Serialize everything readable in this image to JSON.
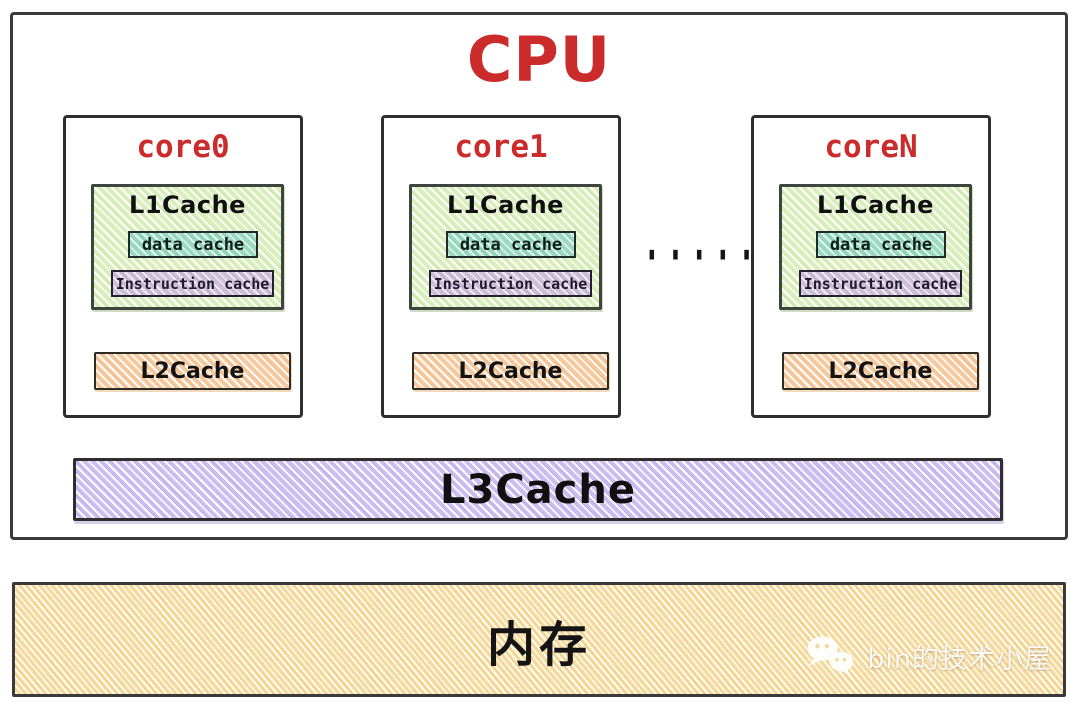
{
  "cpu": {
    "title": "CPU",
    "title_color": "#cb2b2b"
  },
  "cores": [
    {
      "name": "core0",
      "l1_label": "L1Cache",
      "data_cache_label": "data cache",
      "instruction_cache_label": "Instruction cache",
      "l2_label": "L2Cache"
    },
    {
      "name": "core1",
      "l1_label": "L1Cache",
      "data_cache_label": "data cache",
      "instruction_cache_label": "Instruction cache",
      "l2_label": "L2Cache"
    },
    {
      "name": "coreN",
      "l1_label": "L1Cache",
      "data_cache_label": "data cache",
      "instruction_cache_label": "Instruction cache",
      "l2_label": "L2Cache"
    }
  ],
  "ellipsis": "'''''''",
  "l3": {
    "label": "L3Cache"
  },
  "memory": {
    "label": "内存"
  },
  "watermark": {
    "text": "bin的技术小屋",
    "icon": "wechat-icon"
  },
  "colors": {
    "title_red": "#cb2b2b",
    "l1_green": "#d9eebb",
    "data_cache_teal": "#99d8c2",
    "instruction_cache_purple": "#ccbfd8",
    "l2_orange": "#f6c89b",
    "l3_lavender": "#cabef0",
    "memory_cream": "#f5d89b",
    "border_dark": "#2e2e2e"
  }
}
